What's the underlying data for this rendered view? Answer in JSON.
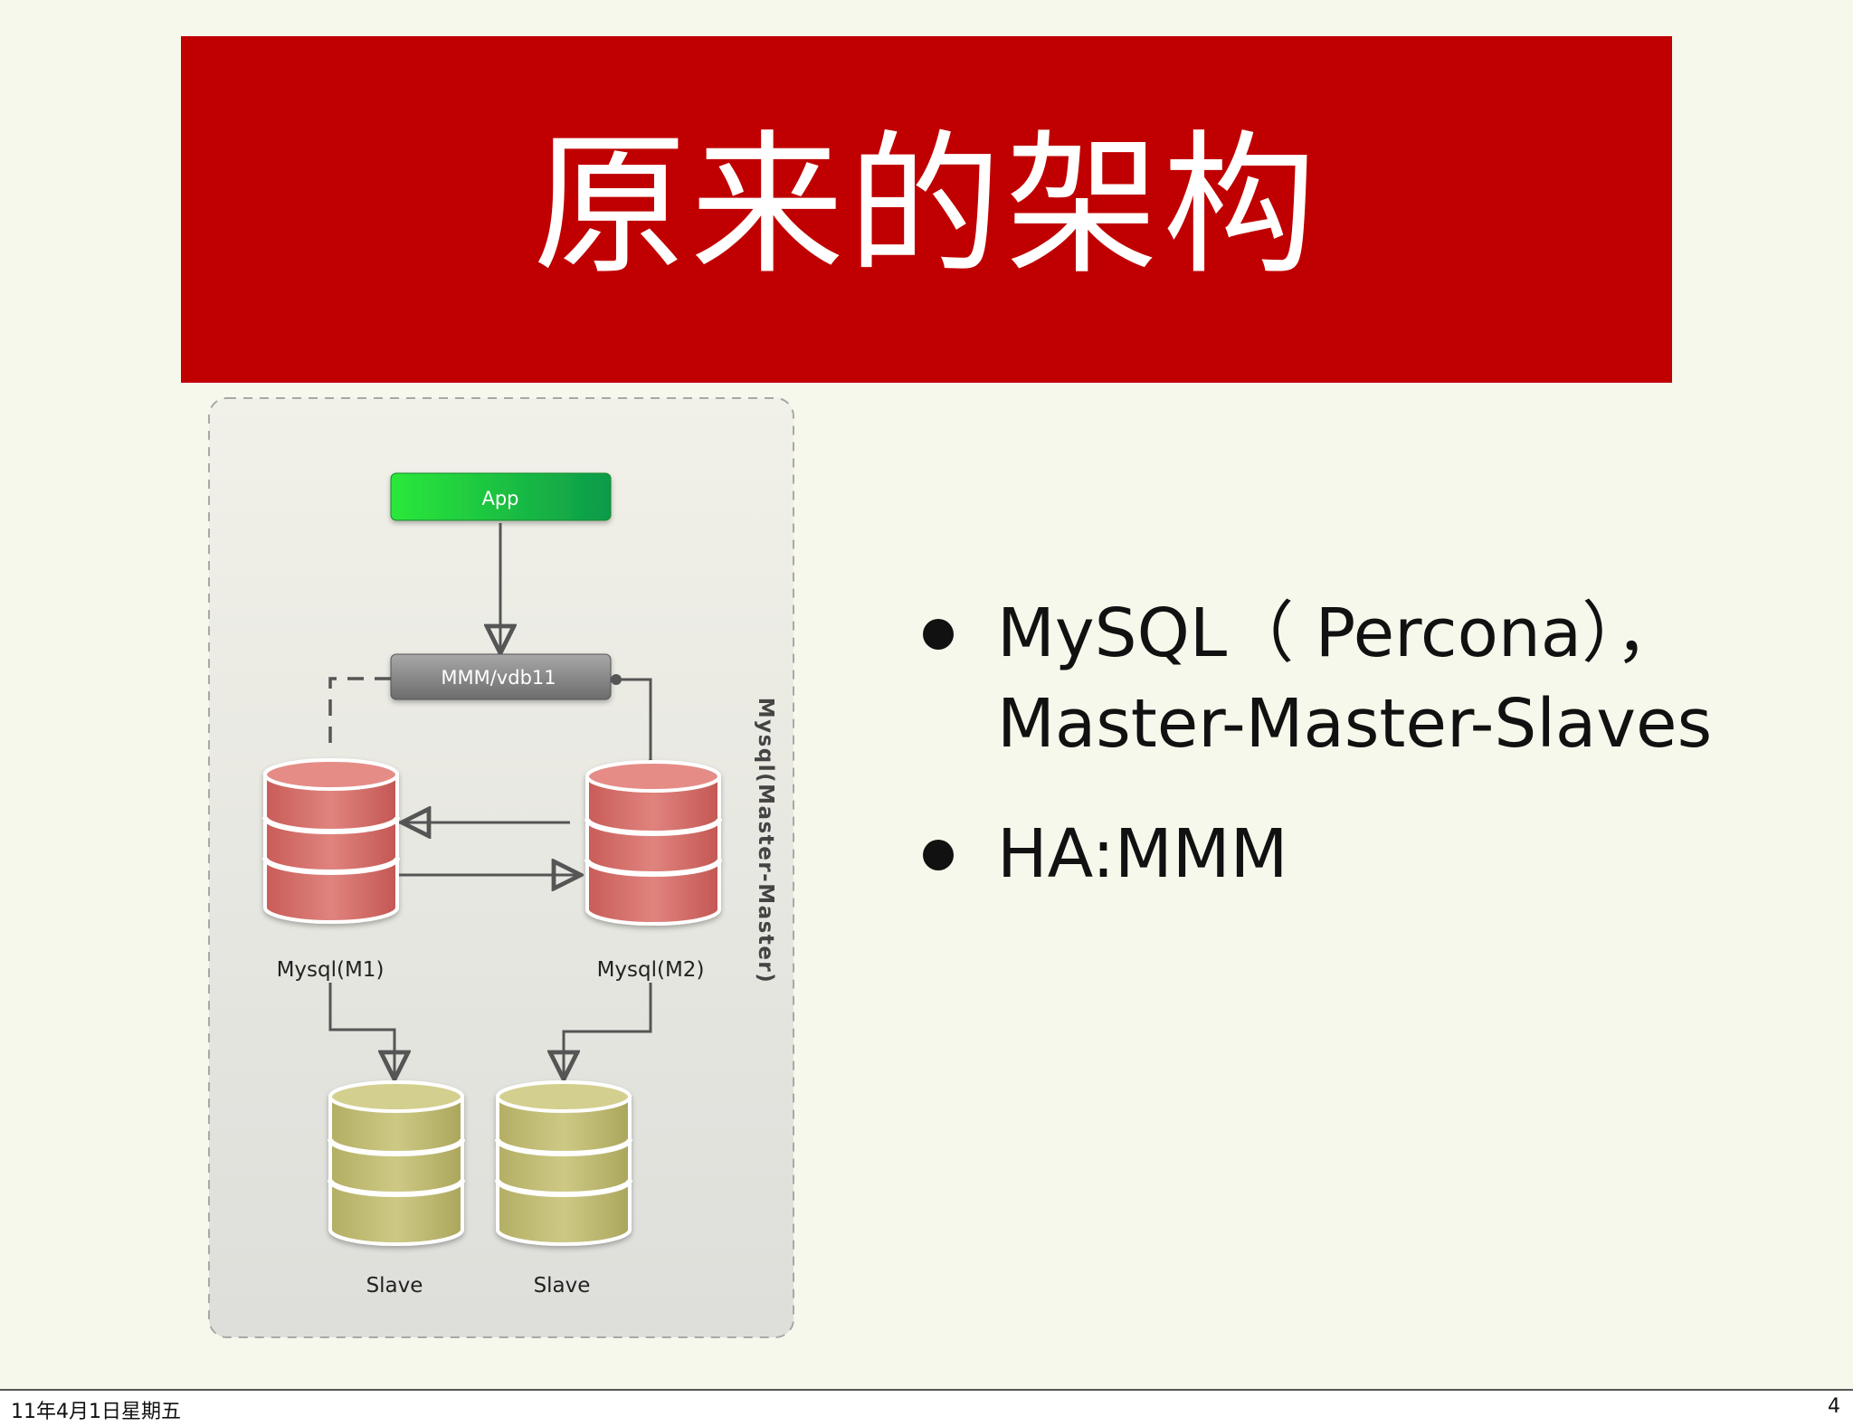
{
  "slide": {
    "title": "原来的架构",
    "bullets": [
      {
        "lines": [
          "MySQL（ Percona），",
          "Master-Master-Slaves"
        ]
      },
      {
        "lines": [
          "HA:MMM"
        ]
      }
    ]
  },
  "diagram": {
    "app_label": "App",
    "proxy_label": "MMM/vdb11",
    "group_label": "Mysql(Master-Master)",
    "master1_label": "Mysql(M1)",
    "master2_label": "Mysql(M2)",
    "slave1_label": "Slave",
    "slave2_label": "Slave",
    "colors": {
      "app_fill": "#1fc93a",
      "proxy_fill": "#8a8a8a",
      "master_fill": "#d97772",
      "slave_fill": "#c4c07a",
      "banner": "#c00000"
    }
  },
  "footer": {
    "date": "11年4月1日星期五",
    "page": "4"
  }
}
